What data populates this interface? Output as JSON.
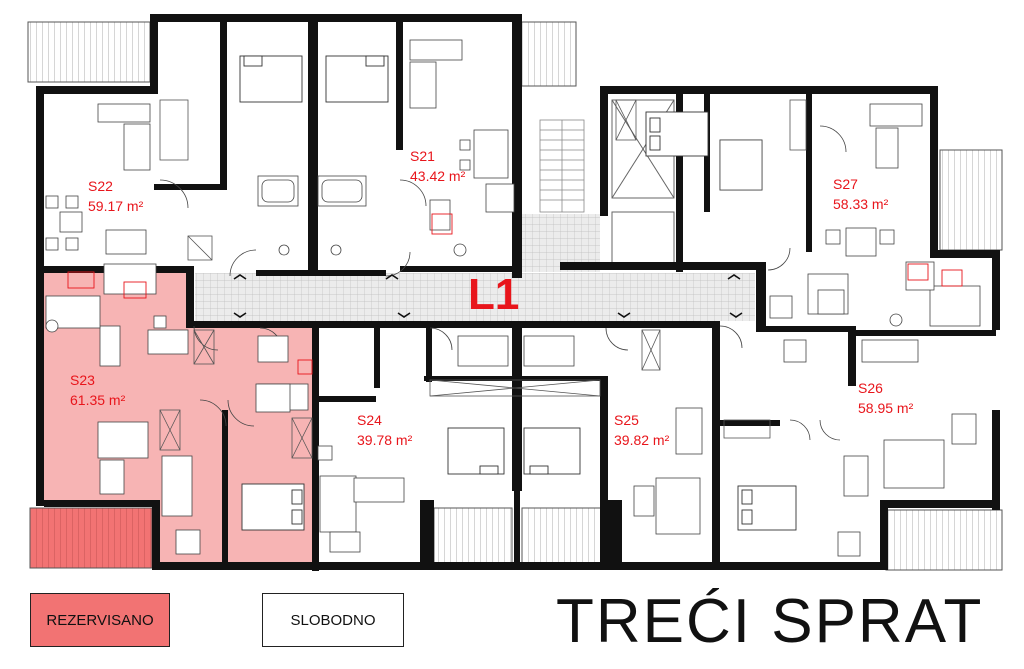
{
  "title": "TREĆI SPRAT",
  "lobby": "L1",
  "colors": {
    "reserved_fill": "#f7b4b4",
    "reserved_legend": "#f27373",
    "label_red": "#e8151b",
    "wall": "#111111",
    "corridor_tile": "#e4e4e4"
  },
  "legend": {
    "reserved": "REZERVISANO",
    "free": "SLOBODNO"
  },
  "units": [
    {
      "id": "S21",
      "area": "43.42 m²",
      "status": "free"
    },
    {
      "id": "S22",
      "area": "59.17 m²",
      "status": "free"
    },
    {
      "id": "S23",
      "area": "61.35 m²",
      "status": "reserved"
    },
    {
      "id": "S24",
      "area": "39.78 m²",
      "status": "free"
    },
    {
      "id": "S25",
      "area": "39.82 m²",
      "status": "free"
    },
    {
      "id": "S26",
      "area": "58.95 m²",
      "status": "free"
    },
    {
      "id": "S27",
      "area": "58.33 m²",
      "status": "free"
    }
  ]
}
